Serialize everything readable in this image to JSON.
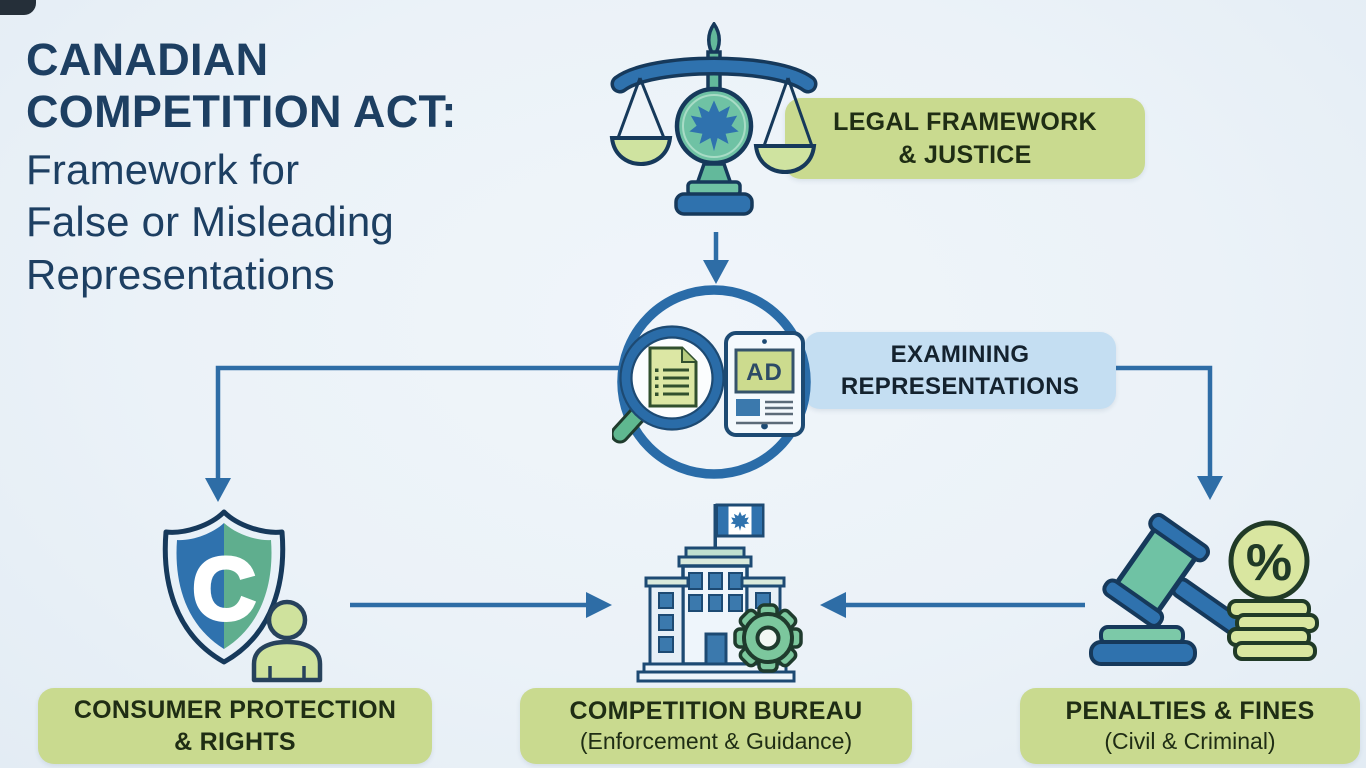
{
  "title": {
    "heading_line1": "CANADIAN",
    "heading_line2": "COMPETITION ACT:",
    "subtitle_lines": [
      "Framework for",
      "False or Misleading",
      "Representations"
    ]
  },
  "nodes": {
    "legal_framework": {
      "lines": [
        "LEGAL FRAMEWORK",
        "& JUSTICE"
      ]
    },
    "examining": {
      "lines": [
        "EXAMINING",
        "REPRESENTATIONS"
      ]
    },
    "consumer": {
      "lines": [
        "CONSUMER PROTECTION",
        "& RIGHTS"
      ]
    },
    "bureau": {
      "line1": "COMPETITION BUREAU",
      "line2": "(Enforcement & Guidance)"
    },
    "penalties": {
      "line1": "PENALTIES & FINES",
      "line2": "(Civil & Criminal)"
    }
  },
  "icon_text": {
    "ad_label": "AD",
    "shield_letter": "C",
    "percent_symbol": "%"
  },
  "icons": [
    "scales-of-justice-icon",
    "magnifier-examining-icon",
    "shield-consumer-icon",
    "government-building-icon",
    "gavel-penalties-icon",
    "maple-leaf-icon",
    "gear-icon",
    "percent-coin-icon",
    "coin-stack-icon",
    "person-icon",
    "tablet-ad-icon",
    "document-icon",
    "canada-flag-icon"
  ],
  "colors": {
    "background": "#ecf2f8",
    "navy_text": "#1d3f62",
    "arrow_blue": "#2e6da6",
    "badge_green": "#c9da8f",
    "badge_blue": "#c4def2",
    "icon_blue": "#2f72ae",
    "icon_teal": "#6fc2a4",
    "icon_pale_green": "#d5e3a0",
    "outline_navy": "#16395b"
  }
}
